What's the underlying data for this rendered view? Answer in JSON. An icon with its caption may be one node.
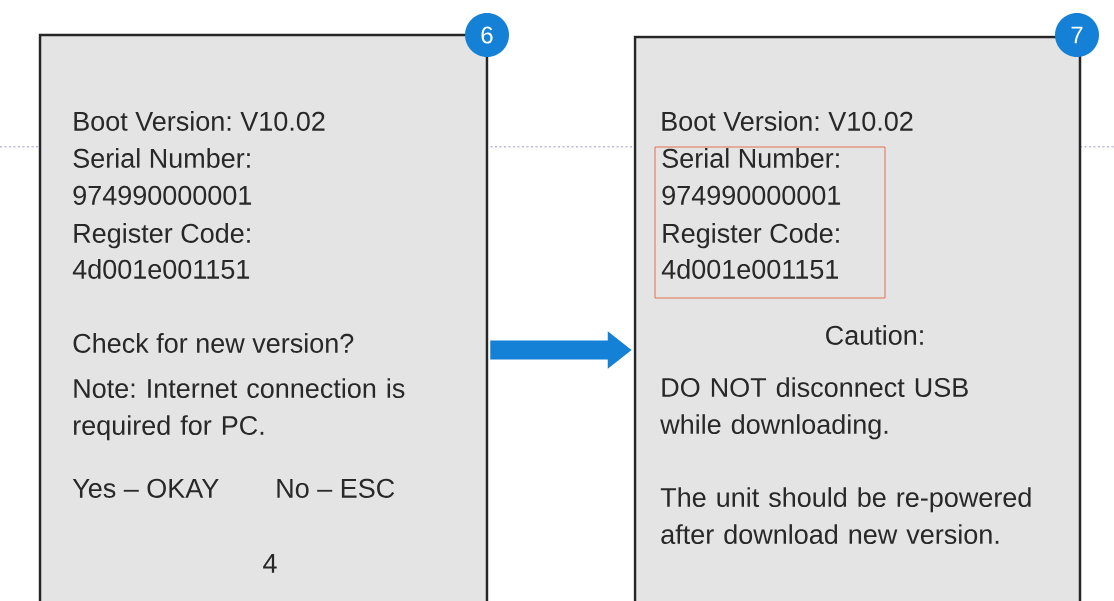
{
  "diagram": {
    "nodes": [
      {
        "text": [
          "Boot Version: V10.02",
          "Serial Number:",
          "974990000001",
          "Register Code:",
          "4d001e001151",
          "Check for new version?",
          "Note: Internet connection is required for PC.",
          "Yes – OKAY",
          "No – ESC",
          "4"
        ]
      },
      {
        "text": [
          "6"
        ]
      },
      {
        "text": [
          "Boot Version: V10.02",
          "Caution:",
          "DO NOT disconnect USB while downloading.",
          "The unit should be re-powered after download new version."
        ]
      },
      {
        "text": [
          "Serial Number:",
          "974990000001",
          "Register Code:",
          "4d001e001151"
        ],
        "in": 2
      },
      {
        "text": [
          "7"
        ]
      }
    ],
    "edges": [
      {
        "from": 0,
        "to": 2,
        "arrow": "to"
      }
    ]
  }
}
